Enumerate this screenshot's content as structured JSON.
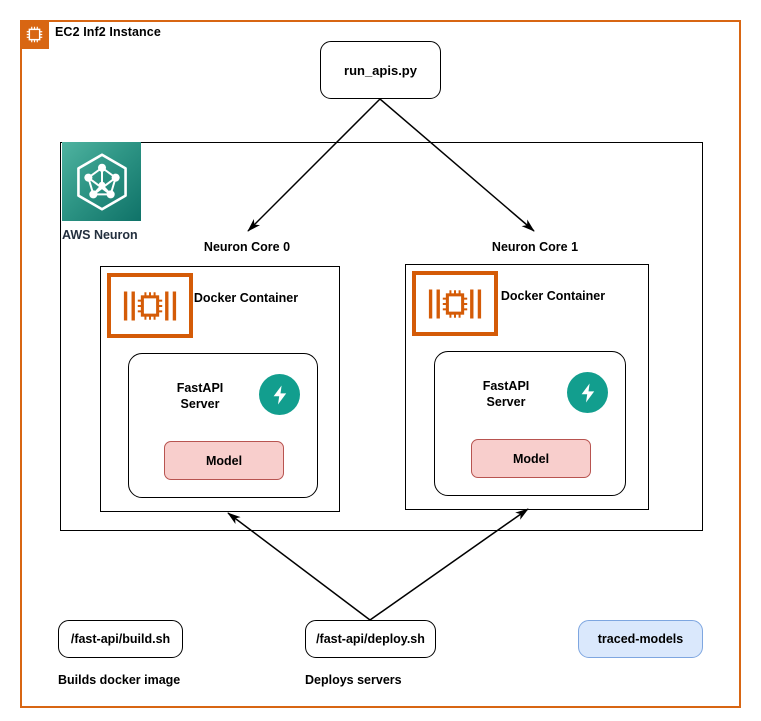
{
  "diagram": {
    "title": "EC2 Inf2 Instance",
    "ec2_icon": "ec2-chip-icon",
    "neuron_group": {
      "label": "AWS Neuron",
      "logo_icon": "aws-neuron-hexagon-icon",
      "logo_gradient_from": "#4FB3A0",
      "logo_gradient_to": "#0F7268"
    },
    "entry_script": {
      "label": "run_apis.py"
    },
    "cores": [
      {
        "label": "Neuron Core 0",
        "container_title": "Docker Container",
        "accelerator_icon": "aws-inferentia-chip-icon",
        "server_label": "FastAPI\nServer",
        "server_label_line1": "FastAPI",
        "server_label_line2": "Server",
        "server_logo_icon": "fastapi-lightning-icon",
        "model_label": "Model"
      },
      {
        "label": "Neuron Core 1",
        "container_title": "Docker Container",
        "accelerator_icon": "aws-inferentia-chip-icon",
        "server_label": "FastAPI\nServer",
        "server_label_line1": "FastAPI",
        "server_label_line2": "Server",
        "server_logo_icon": "fastapi-lightning-icon",
        "model_label": "Model"
      }
    ],
    "bottom_nodes": [
      {
        "label": "/fast-api/build.sh",
        "caption": "Builds docker image"
      },
      {
        "label": "/fast-api/deploy.sh",
        "caption": "Deploys servers"
      },
      {
        "label": "traced-models",
        "caption": ""
      }
    ],
    "colors": {
      "ec2_orange": "#D86613",
      "inferentia_orange": "#D45B07",
      "neuron_teal": "#0F7268",
      "fastapi_teal": "#129E8E",
      "model_pink_fill": "#F8CECC",
      "model_pink_border": "#B85450",
      "traced_blue_fill": "#DAE8FC",
      "traced_blue_border": "#7EA6E0",
      "stroke_black": "#000000"
    }
  }
}
